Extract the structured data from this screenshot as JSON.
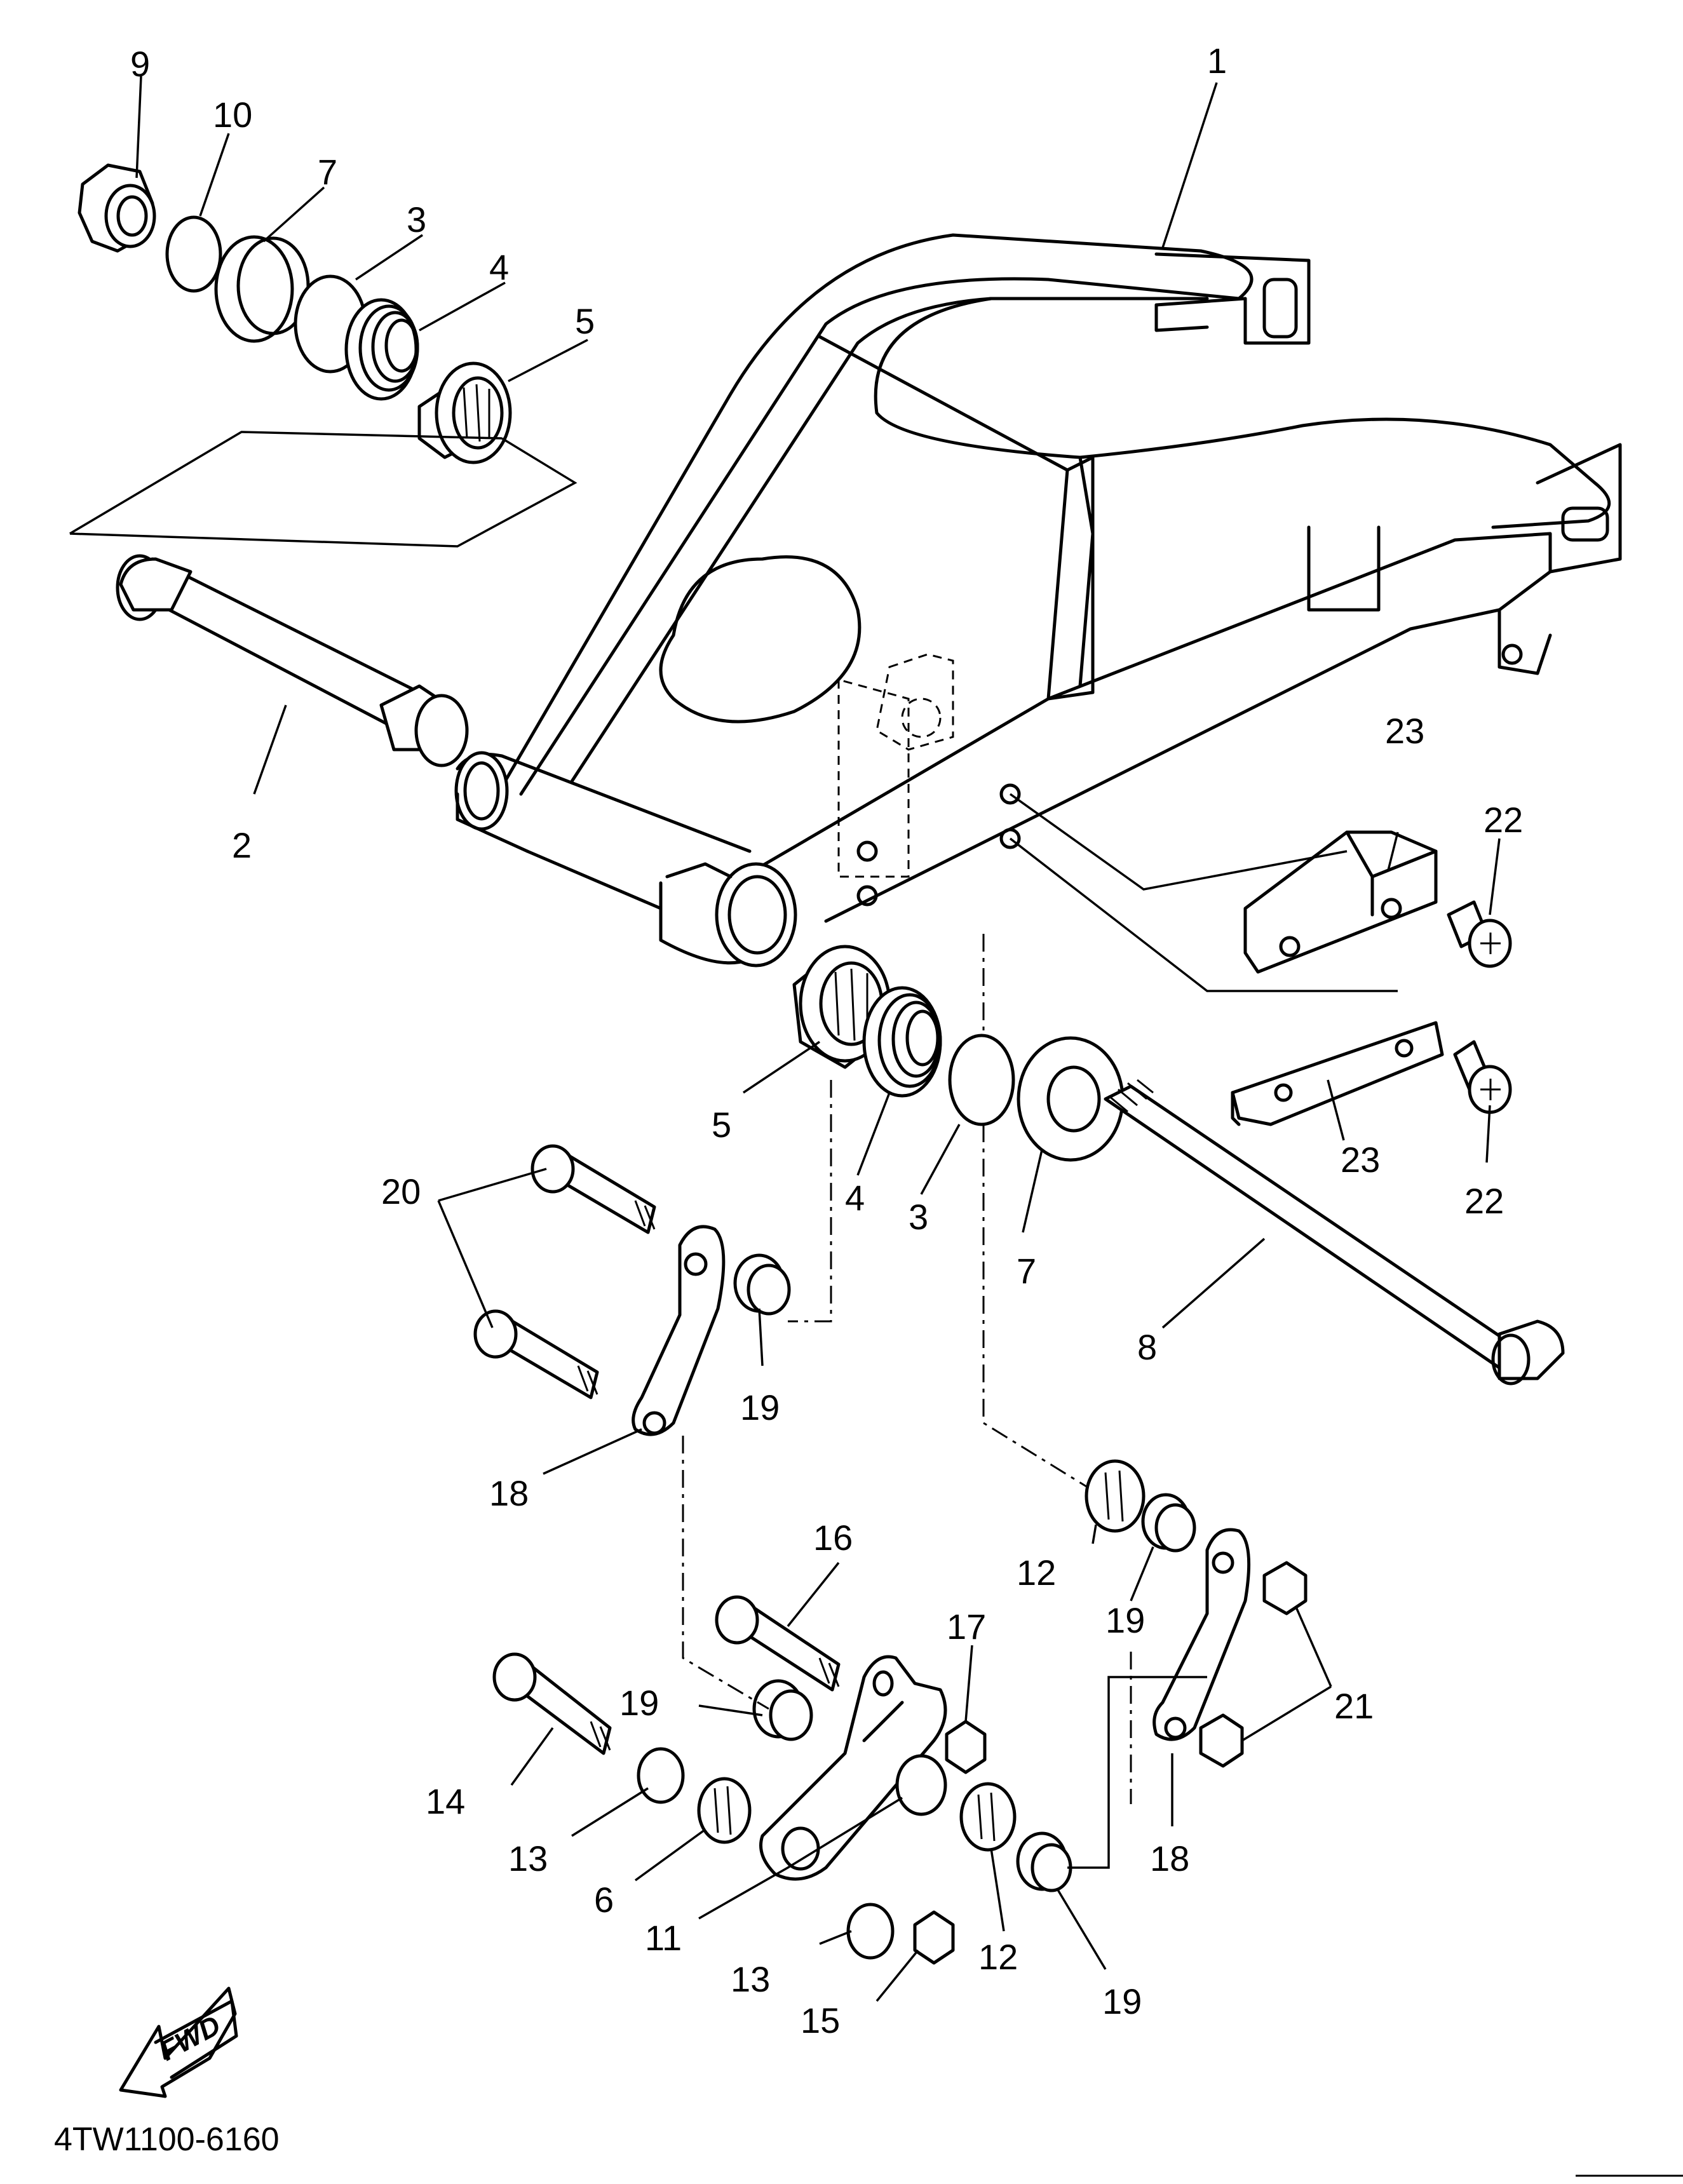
{
  "diagram": {
    "part_code": "4TW1100-6160",
    "fwd_label": "FWD",
    "callouts": [
      "1",
      "2",
      "3",
      "3",
      "4",
      "4",
      "5",
      "5",
      "6",
      "7",
      "7",
      "8",
      "9",
      "10",
      "11",
      "12",
      "12",
      "13",
      "13",
      "14",
      "15",
      "16",
      "17",
      "18",
      "18",
      "19",
      "19",
      "19",
      "19",
      "20",
      "21",
      "22",
      "22",
      "23",
      "23"
    ]
  }
}
